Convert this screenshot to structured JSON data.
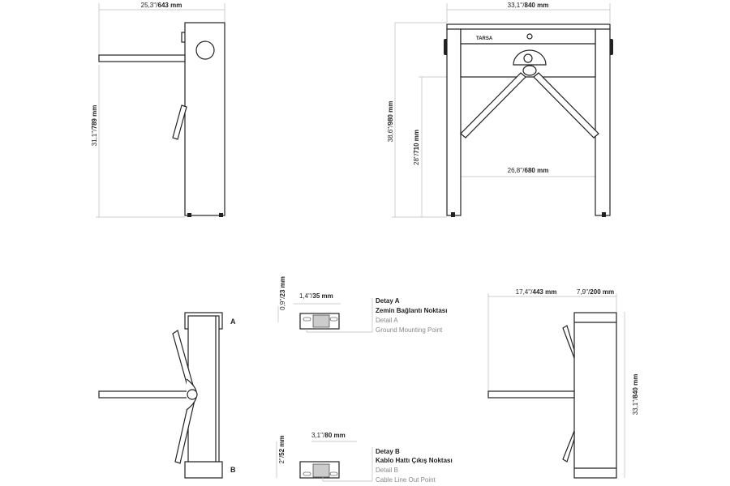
{
  "side_view": {
    "width_in": "25,3''/",
    "width_mm": "643 mm",
    "height_in": "31,1''/",
    "height_mm": "789 mm"
  },
  "front_view": {
    "width_in": "33,1''/",
    "width_mm": "840 mm",
    "height_in": "38,6''/",
    "height_mm": "980 mm",
    "passage_height_in": "28''/",
    "passage_height_mm": "710 mm",
    "passage_width_in": "26,8''/",
    "passage_width_mm": "680 mm",
    "logo": "TARSA"
  },
  "top_view": {
    "label_a": "A",
    "label_b": "B"
  },
  "plan_view": {
    "arm_in": "17,4''/",
    "arm_mm": "443 mm",
    "body_in": "7,9''/",
    "body_mm": "200 mm",
    "length_in": "33,1''/",
    "length_mm": "840 mm"
  },
  "detail_a": {
    "height_in": "0,9''/",
    "height_mm": "23 mm",
    "width_in": "1,4''/",
    "width_mm": "35 mm",
    "title_tr": "Detay A",
    "subtitle_tr": "Zemin Bağlantı Noktası",
    "title_en": "Detail A",
    "subtitle_en": "Ground Mounting Point"
  },
  "detail_b": {
    "height_in": "2''/",
    "height_mm": "52 mm",
    "width_in": "3,1''/",
    "width_mm": "80 mm",
    "title_tr": "Detay B",
    "subtitle_tr": "Kablo Hattı Çıkış Noktası",
    "title_en": "Detail B",
    "subtitle_en": "Cable Line Out Point"
  }
}
